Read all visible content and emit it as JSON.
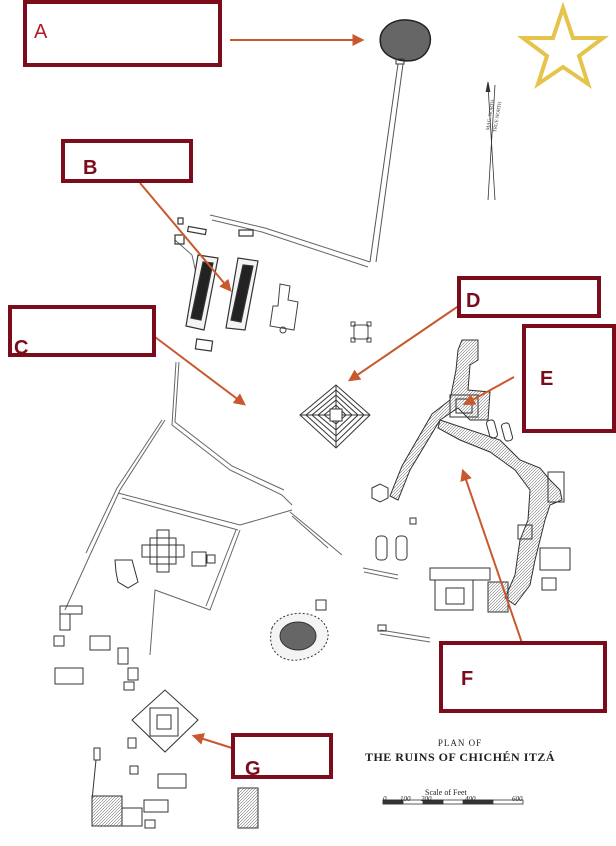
{
  "labels": [
    {
      "id": "A",
      "text": "A"
    },
    {
      "id": "B",
      "text": "B"
    },
    {
      "id": "C",
      "text": "C"
    },
    {
      "id": "D",
      "text": "D"
    },
    {
      "id": "E",
      "text": "E"
    },
    {
      "id": "F",
      "text": "F"
    },
    {
      "id": "G",
      "text": "G"
    }
  ],
  "plan": {
    "line1": "PLAN OF",
    "line2": "THE RUINS OF CHICHÉN ITZÁ",
    "scale_title": "Scale of Feet",
    "scale_ticks": [
      "0",
      "100",
      "200",
      "400",
      "600"
    ]
  },
  "north": {
    "line1": "MAG. NORTH",
    "line2": "TRUE NORTH"
  },
  "icons": {
    "star": "star-icon"
  },
  "colors": {
    "label_border": "#7b0c1c",
    "arrow": "#c8582e",
    "star": "#e6c34a",
    "map_ink": "#555555"
  }
}
